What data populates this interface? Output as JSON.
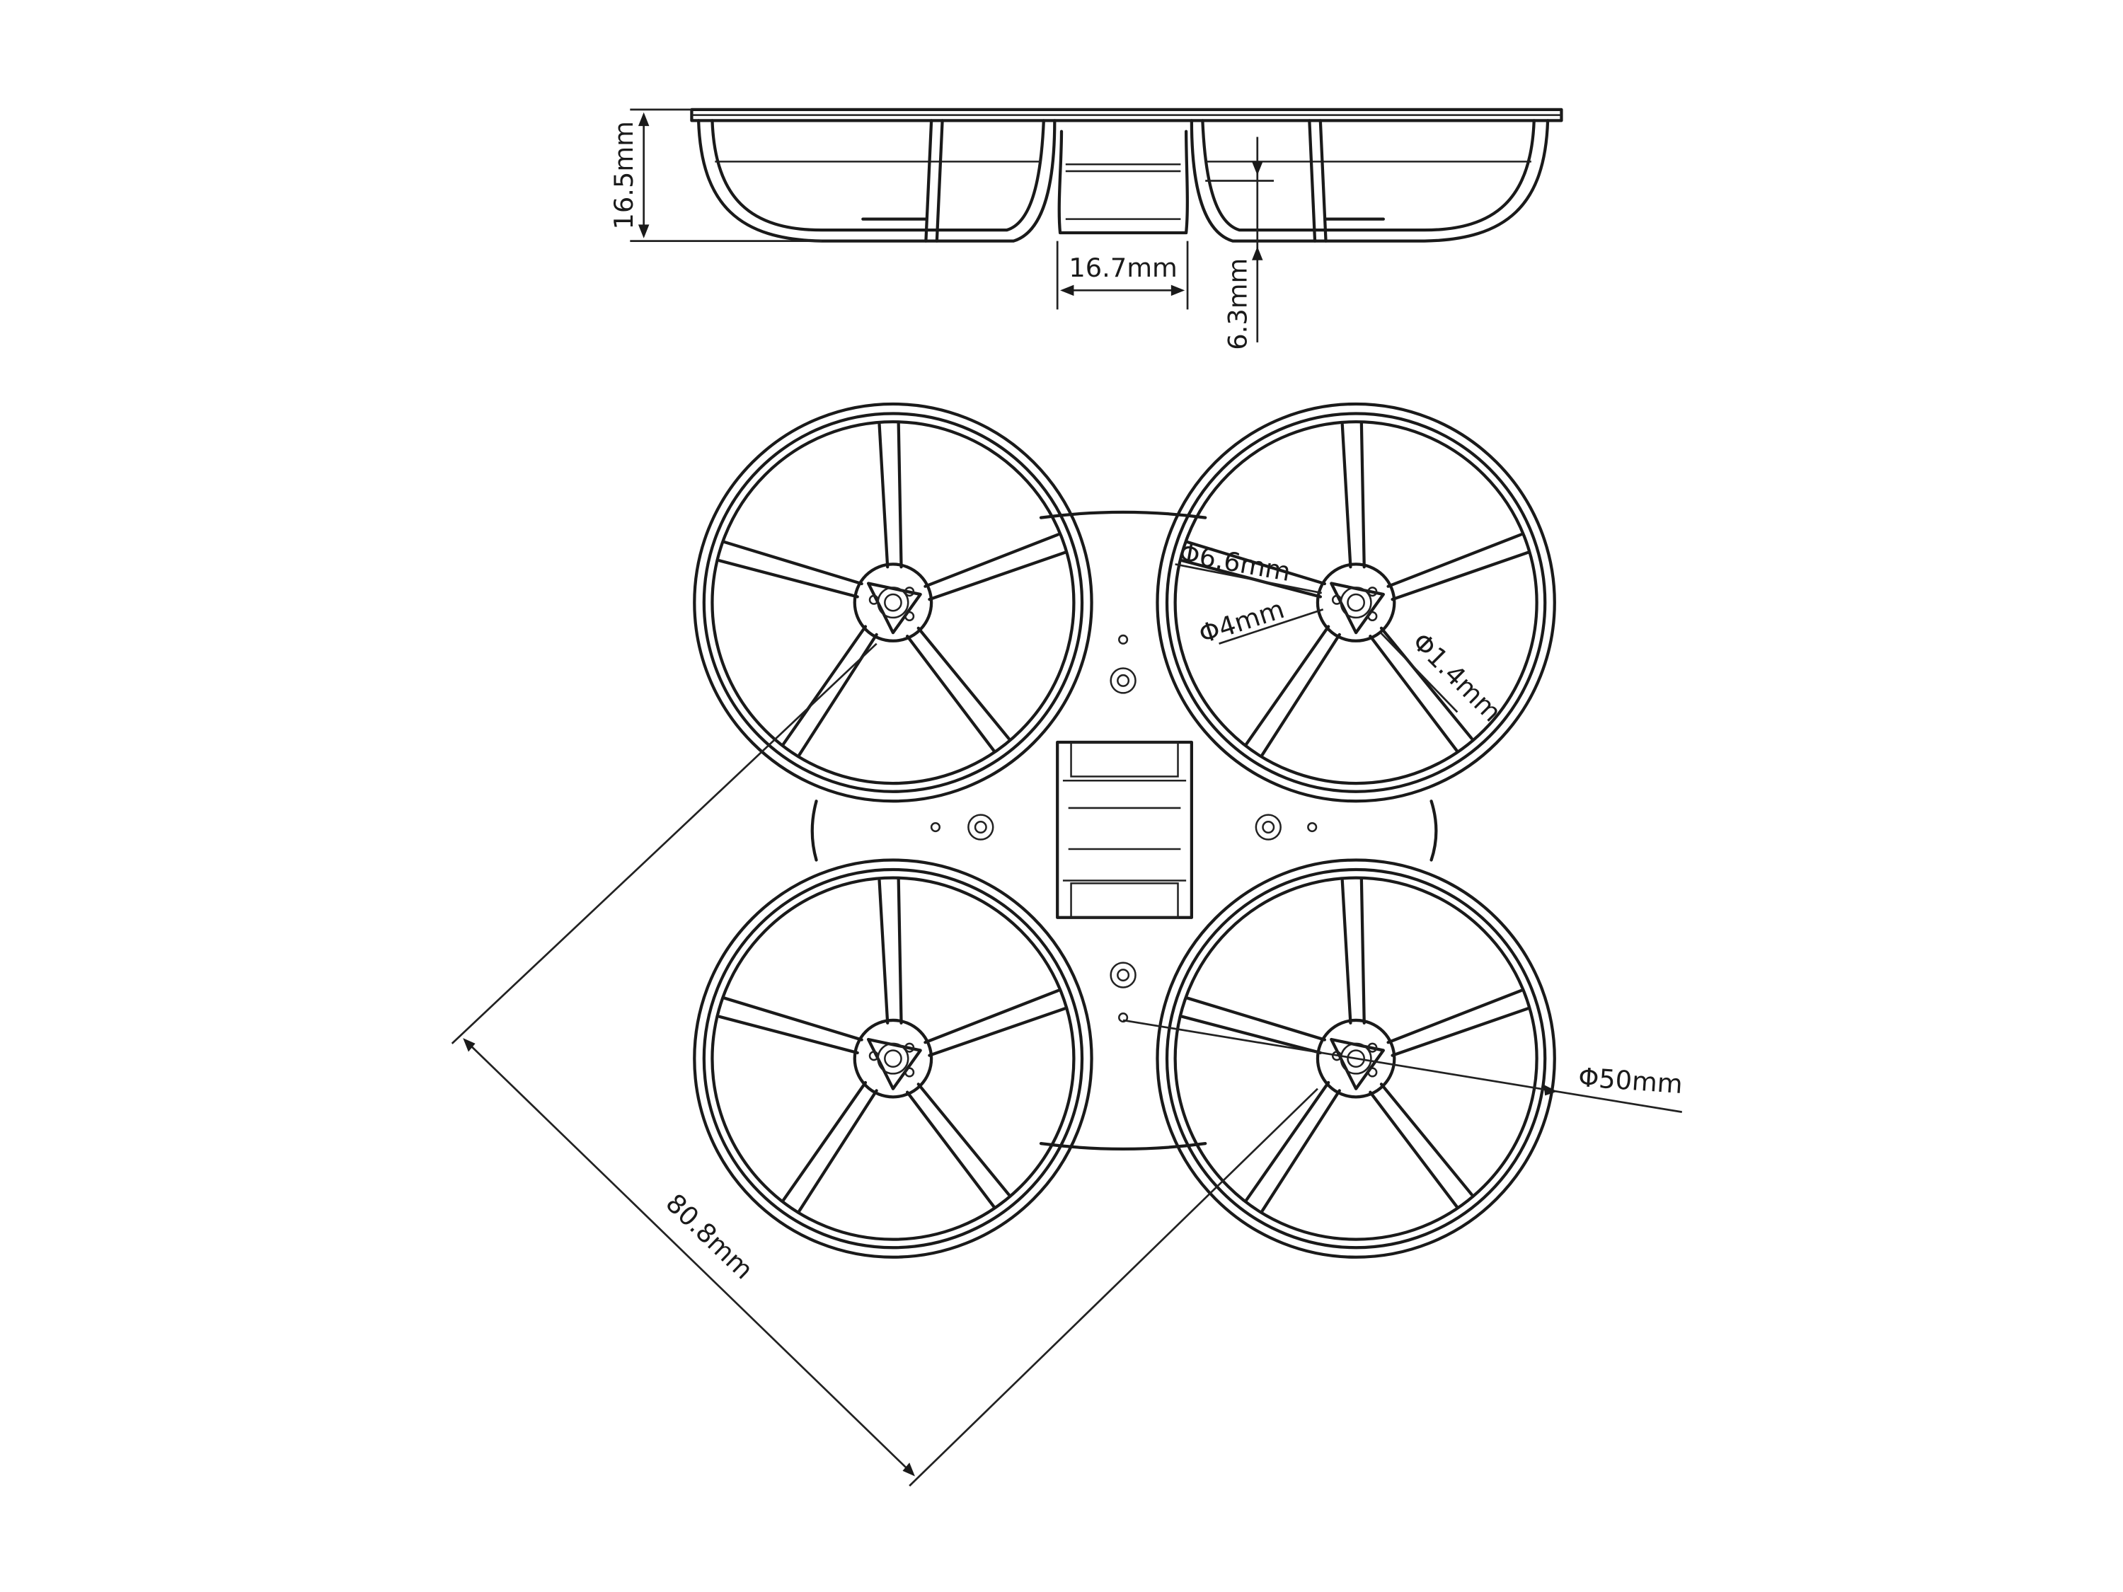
{
  "drawing": {
    "title": "Whoop frame dimension drawing",
    "views": [
      "side",
      "top"
    ],
    "line_color": "#1a1a1a",
    "background": "#ffffff"
  },
  "dimensions": {
    "frame_height": "16.5mm",
    "body_width": "16.7mm",
    "ground_clearance": "6.3mm",
    "motor_mount_outer": "Φ6.6mm",
    "motor_mount_center": "Φ4mm",
    "screw_hole": "Φ1.4mm",
    "prop_guard": "Φ50mm",
    "wheelbase_diagonal": "80.8mm"
  }
}
